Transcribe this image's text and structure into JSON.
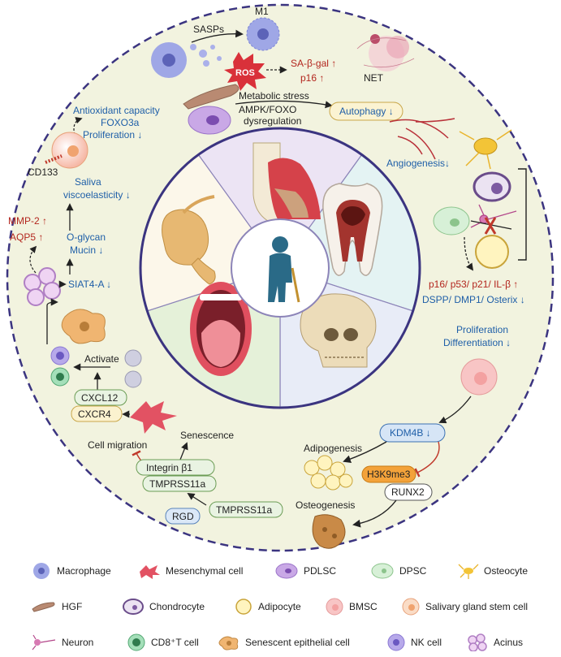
{
  "center_icon": "elderly-person-icon",
  "sectors": [
    {
      "name": "periodontium",
      "icon": "gingiva-icon",
      "color": "#e9e2f2"
    },
    {
      "name": "tooth",
      "icon": "tooth-icon",
      "color": "#e3f3f2"
    },
    {
      "name": "jaw-bone",
      "icon": "skull-icon",
      "color": "#e8ecf6"
    },
    {
      "name": "oral-mucosa",
      "icon": "open-mouth-icon",
      "color": "#e6f2dc"
    },
    {
      "name": "salivary-gland",
      "icon": "salivary-gland-icon",
      "color": "#fbf6e8"
    }
  ],
  "labels": {
    "sasps": "SASPs",
    "m1": "M1",
    "ros": "ROS",
    "sa_gal": "SA-β-gal ↑",
    "p16": "p16 ↑",
    "net": "NET",
    "metabolic_stress": "Metabolic stress",
    "ampk_foxo": "AMPK/FOXO",
    "dysregulation": "dysregulation",
    "autophagy": "Autophagy ↓",
    "antioxidant": "Antioxidant capacity",
    "foxo3a": "FOXO3a",
    "proliferation_down": "Proliferation ↓",
    "cd133": "CD133",
    "saliva": "Saliva",
    "viscoelasticity": "viscoelasticity ↓",
    "mmp2": "MMP-2 ↑",
    "aqp5": "AQP5 ↑",
    "oglycan": "O-glycan",
    "mucin": "Mucin ↓",
    "siat": "SIAT4-A ↓",
    "activate": "Activate",
    "cxcl12": "CXCL12",
    "cxcr4": "CXCR4",
    "cell_migration": "Cell migration",
    "senescence": "Senescence",
    "integrin": "Integrin β1",
    "tmprss_a": "TMPRSS11a",
    "tmprss_b": "TMPRSS11a",
    "rgd": "RGD",
    "angiogenesis": "Angiogenesis↓",
    "markers_up": "p16/ p53/ p21/ IL-β ↑",
    "markers_down": "DSPP/ DMP1/ Osterix ↓",
    "prolif": "Proliferation",
    "differentiation": "Differentiation ↓",
    "kdm4b": "KDM4B ↓",
    "adipogenesis": "Adipogenesis",
    "h3k9me3": "H3K9me3",
    "runx2": "RUNX2",
    "osteogenesis": "Osteogenesis"
  },
  "legend": [
    {
      "icon": "macrophage-icon",
      "label": "Macrophage"
    },
    {
      "icon": "mesenchymal-cell-icon",
      "label": "Mesenchymal cell"
    },
    {
      "icon": "pdlsc-icon",
      "label": "PDLSC"
    },
    {
      "icon": "dpsc-icon",
      "label": "DPSC"
    },
    {
      "icon": "osteocyte-icon",
      "label": "Osteocyte"
    },
    {
      "icon": "hgf-icon",
      "label": "HGF"
    },
    {
      "icon": "chondrocyte-icon",
      "label": "Chondrocyte"
    },
    {
      "icon": "adipocyte-icon",
      "label": "Adipocyte"
    },
    {
      "icon": "bmsc-icon",
      "label": "BMSC"
    },
    {
      "icon": "salivary-gland-stem-cell-icon",
      "label": "Salivary gland stem cell"
    },
    {
      "icon": "neuron-icon",
      "label": "Neuron"
    },
    {
      "icon": "cd8-t-cell-icon",
      "label": "CD8⁺T cell"
    },
    {
      "icon": "senescent-epithelial-cell-icon",
      "label": "Senescent epithelial cell"
    },
    {
      "icon": "nk-cell-icon",
      "label": "NK cell"
    },
    {
      "icon": "acinus-icon",
      "label": "Acinus"
    }
  ],
  "colors": {
    "outer_ring": "#f2f3df",
    "outer_dash": "#3b3480",
    "blue_text": "#1f5fa8",
    "red_text": "#b3261e",
    "ros_burst": "#d9313a"
  }
}
